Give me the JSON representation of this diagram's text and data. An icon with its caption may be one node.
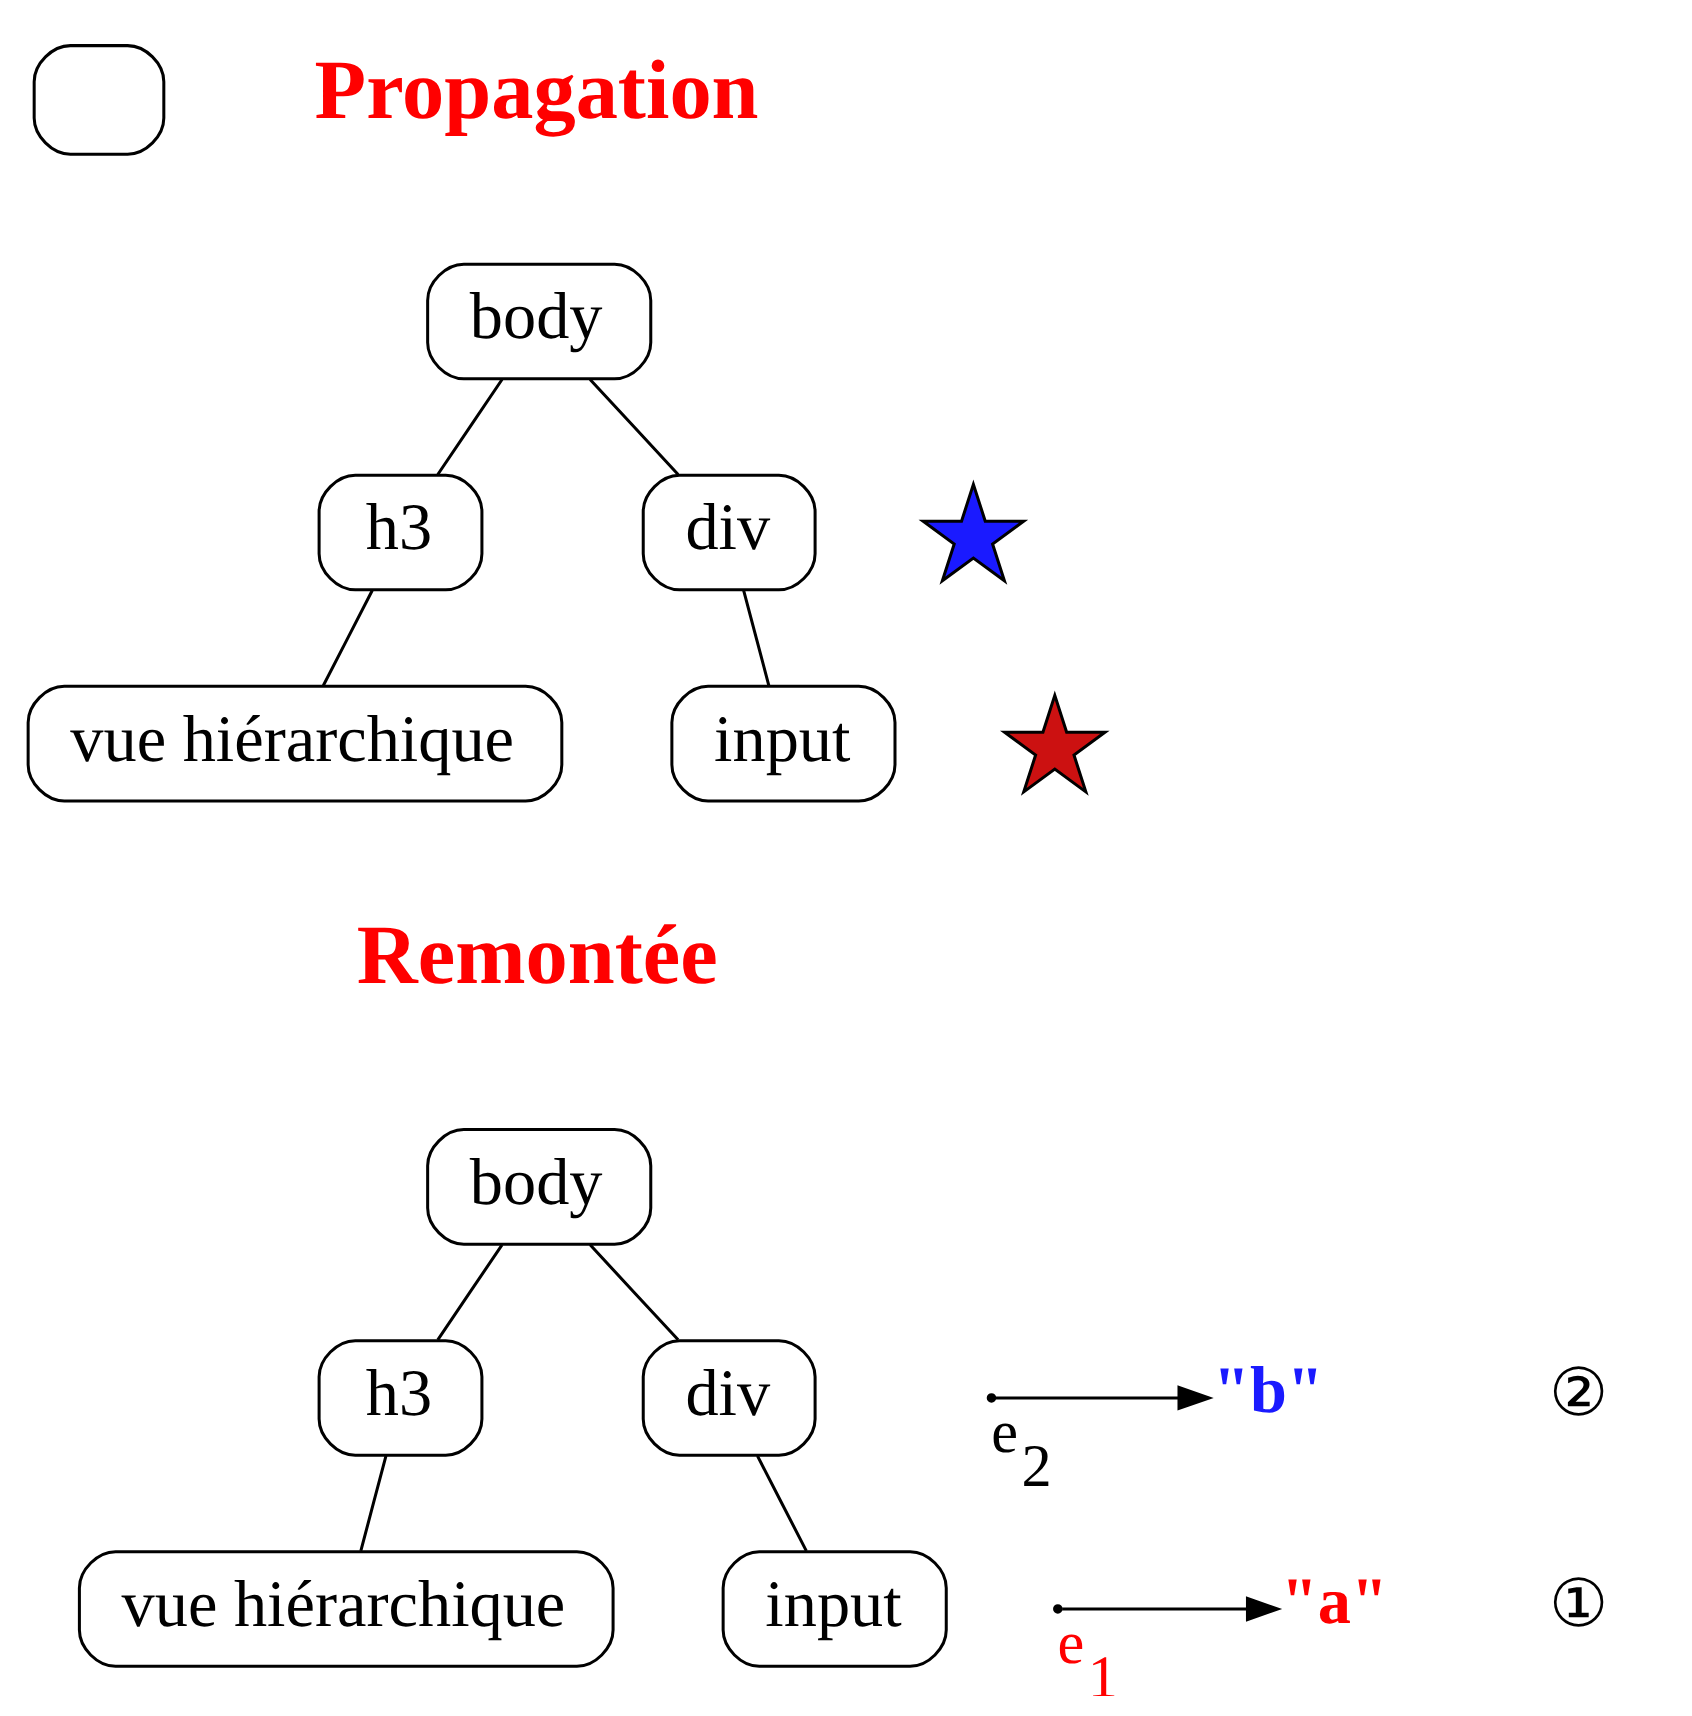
{
  "diagram": {
    "nodes": [
      {
        "text": [],
        "shape": "box"
      },
      {
        "text": [
          "body"
        ]
      },
      {
        "text": [
          "h3"
        ]
      },
      {
        "text": [
          "div"
        ]
      },
      {
        "text": [
          "vue hiérarchique"
        ]
      },
      {
        "text": [
          "input"
        ]
      },
      {
        "text": [],
        "shape": "star"
      },
      {
        "text": [],
        "shape": "star"
      },
      {
        "text": [
          "body"
        ]
      },
      {
        "text": [
          "h3"
        ]
      },
      {
        "text": [
          "div"
        ]
      },
      {
        "text": [
          "vue hiérarchique"
        ]
      },
      {
        "text": [
          "input"
        ]
      },
      {
        "text": [
          "\"b\""
        ]
      },
      {
        "text": [
          "\"a\""
        ]
      }
    ],
    "edges": [
      {
        "from": 1,
        "to": 2,
        "arrow": "none"
      },
      {
        "from": 1,
        "to": 3,
        "arrow": "none"
      },
      {
        "from": 2,
        "to": 4,
        "arrow": "none"
      },
      {
        "from": 3,
        "to": 5,
        "arrow": "none"
      },
      {
        "from": 8,
        "to": 9,
        "arrow": "none"
      },
      {
        "from": 8,
        "to": 10,
        "arrow": "none"
      },
      {
        "from": 9,
        "to": 11,
        "arrow": "none"
      },
      {
        "from": 10,
        "to": 12,
        "arrow": "none"
      },
      {
        "from": null,
        "to": 13,
        "arrow": "to",
        "label": "e$_{2}$"
      },
      {
        "from": null,
        "to": 14,
        "arrow": "to",
        "label": "e$_{1}$"
      }
    ],
    "labels": [
      "Propagation",
      "Remontée",
      "②",
      "①"
    ]
  }
}
